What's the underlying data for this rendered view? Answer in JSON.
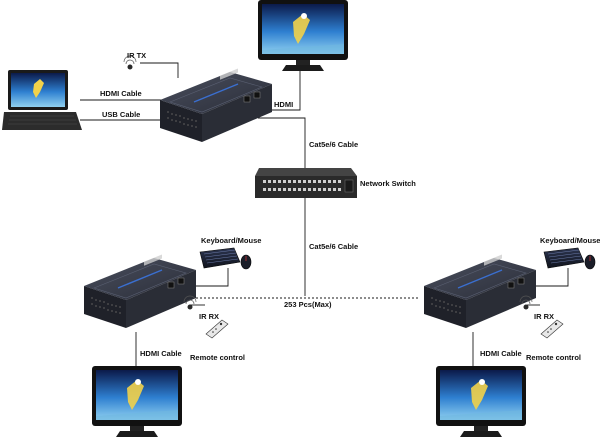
{
  "labels": {
    "ir_tx": "IR TX",
    "hdmi_cable_top": "HDMI Cable",
    "usb_cable": "USB Cable",
    "hdmi_top": "HDMI",
    "cat_top": "Cat5e/6 Cable",
    "network_switch": "Network Switch",
    "cat_bottom": "Cat5e/6 Cable",
    "max_pcs": "253 Pcs(Max)",
    "kb_left": "Keyboard/Mouse",
    "kb_right": "Keyboard/Mouse",
    "ir_rx_left": "IR RX",
    "ir_rx_right": "IR RX",
    "remote_left": "Remote control",
    "remote_right": "Remote control",
    "hdmi_cable_left": "HDMI Cable",
    "hdmi_cable_right": "HDMI Cable"
  },
  "colors": {
    "device_body": "#2b2d36",
    "device_top": "#3d4250",
    "device_label": "#3a6fd0",
    "line": "#1a1a1a",
    "screen_sky": "#4a9de0",
    "switch_body": "#2a2a2a"
  }
}
